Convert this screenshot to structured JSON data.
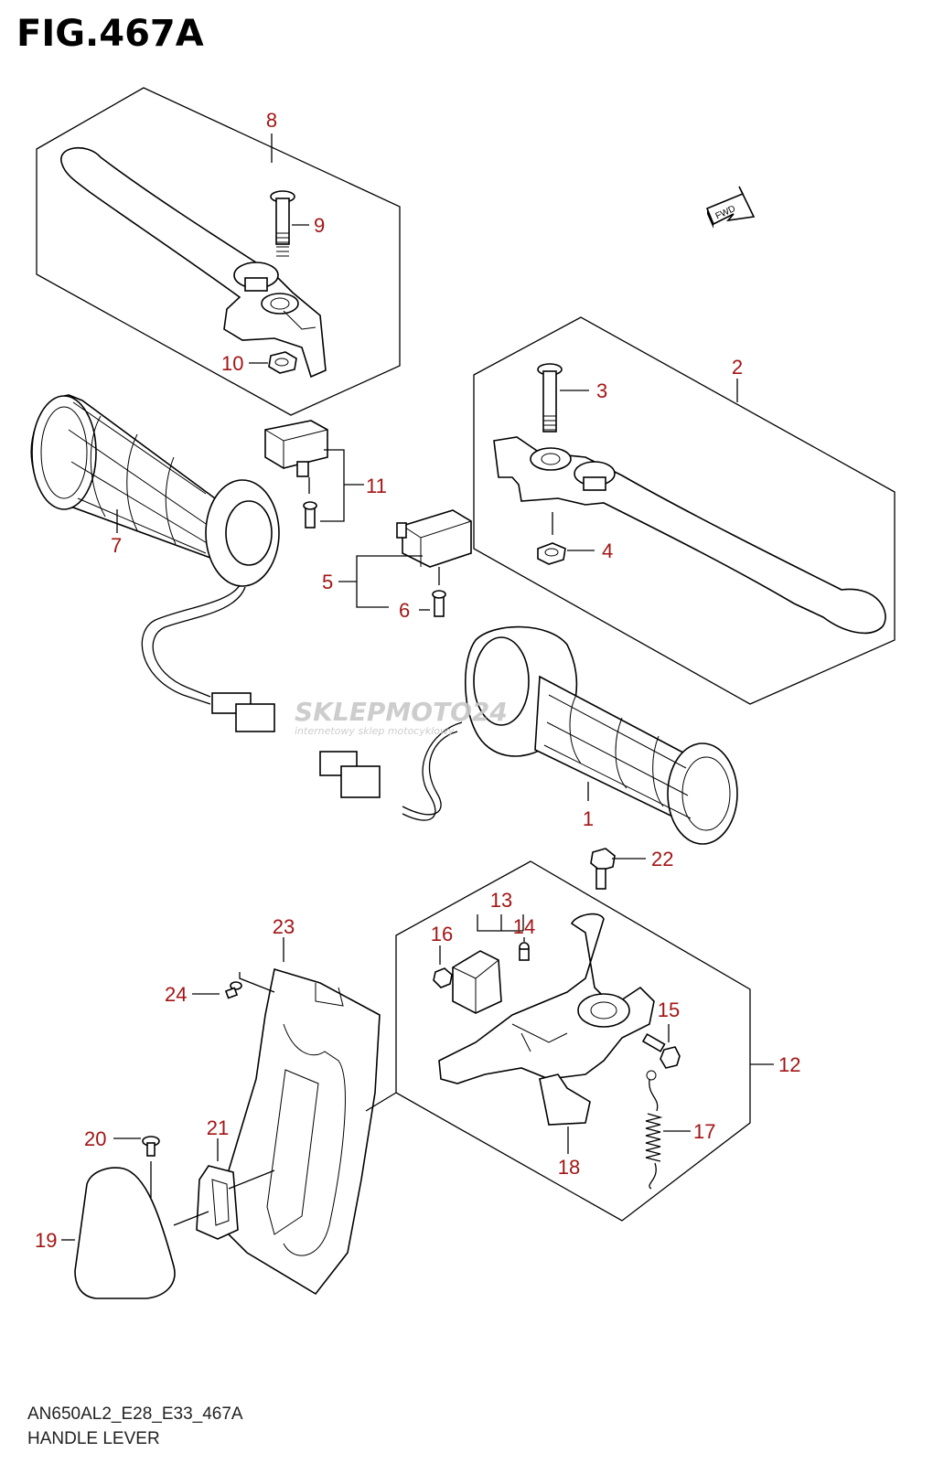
{
  "figure": {
    "title": "FIG.467A",
    "footer_code": "AN650AL2_E28_E33_467A",
    "footer_name": "HANDLE LEVER",
    "fwd_label": "FWD"
  },
  "watermark": {
    "brand": "SKLEPMOTO24",
    "tagline": "internetowy sklep motocyklowy"
  },
  "callouts": [
    {
      "id": "1",
      "label": "1"
    },
    {
      "id": "2",
      "label": "2"
    },
    {
      "id": "3",
      "label": "3"
    },
    {
      "id": "4",
      "label": "4"
    },
    {
      "id": "5",
      "label": "5"
    },
    {
      "id": "6",
      "label": "6"
    },
    {
      "id": "7",
      "label": "7"
    },
    {
      "id": "8",
      "label": "8"
    },
    {
      "id": "9",
      "label": "9"
    },
    {
      "id": "10",
      "label": "10"
    },
    {
      "id": "11",
      "label": "11"
    },
    {
      "id": "12",
      "label": "12"
    },
    {
      "id": "13",
      "label": "13"
    },
    {
      "id": "14",
      "label": "14"
    },
    {
      "id": "15",
      "label": "15"
    },
    {
      "id": "16",
      "label": "16"
    },
    {
      "id": "17",
      "label": "17"
    },
    {
      "id": "18",
      "label": "18"
    },
    {
      "id": "19",
      "label": "19"
    },
    {
      "id": "20",
      "label": "20"
    },
    {
      "id": "21",
      "label": "21"
    },
    {
      "id": "22",
      "label": "22"
    },
    {
      "id": "23",
      "label": "23"
    },
    {
      "id": "24",
      "label": "24"
    }
  ],
  "colors": {
    "callout": "#a31515",
    "line": "#000000",
    "watermark_gray": "#c8c8c8",
    "watermark_red": "#e23a3a"
  }
}
